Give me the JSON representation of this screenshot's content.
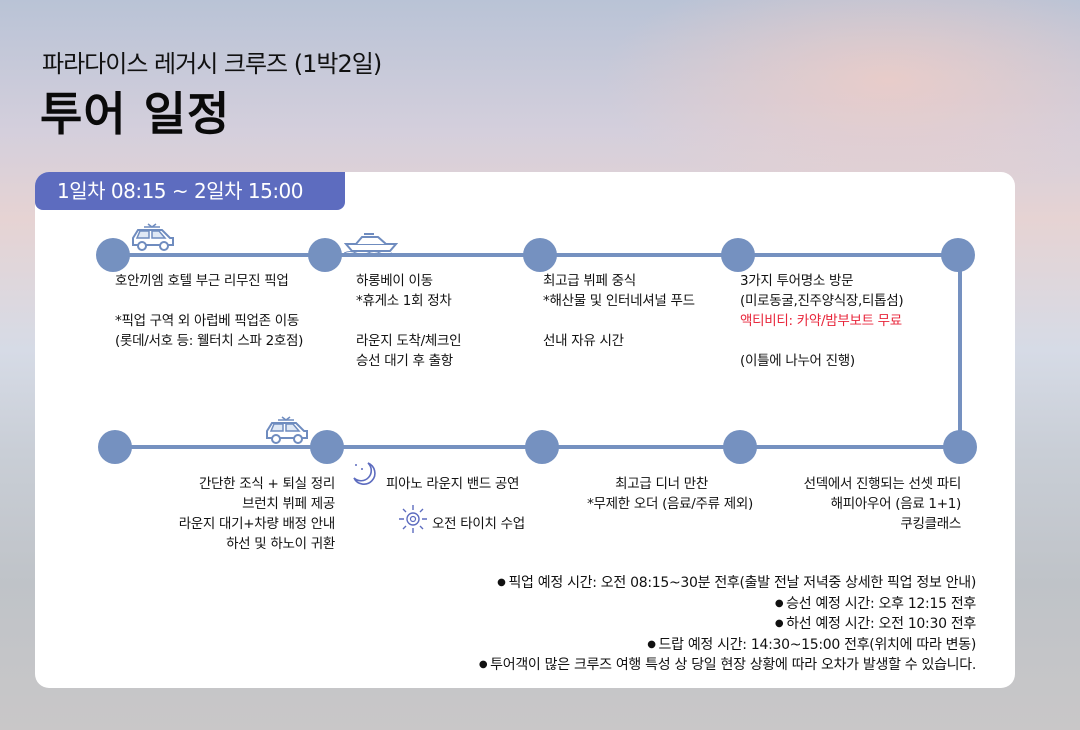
{
  "header": {
    "subtitle": "파라다이스 레거시 크루즈 (1박2일)",
    "title": "투어 일정"
  },
  "badge": "1일차 08:15 ~ 2일차 15:00",
  "row1": [
    {
      "lines": [
        "호안끼엠 호텔 부근 리무진 픽업",
        "",
        "*픽업 구역 외 아럽베 픽업존 이동",
        "(롯데/서호 등: 웰터치 스파 2호점)"
      ]
    },
    {
      "lines": [
        "하롱베이 이동",
        "*휴게소 1회 정차",
        "",
        "라운지 도착/체크인",
        "승선 대기 후 출항"
      ]
    },
    {
      "lines": [
        "최고급 뷔페 중식",
        "*해산물 및 인터네셔널 푸드",
        "",
        "선내 자유 시간"
      ]
    },
    {
      "lines": [
        "3가지 투어명소 방문",
        "(미로동굴,진주양식장,티톱섬)",
        "액티비티: 카약/밤부보트 무료",
        "",
        "(이틀에 나누어 진행)"
      ]
    }
  ],
  "row2": [
    {
      "lines": [
        "간단한 조식 + 퇴실 정리",
        "브런치 뷔페 제공",
        "라운지 대기+차량 배정 안내",
        "하선 및 하노이 귀환"
      ]
    },
    {
      "lines": [
        "피아노 라운지 밴드 공연",
        "오전 타이치 수업"
      ]
    },
    {
      "lines": [
        "최고급 디너 만찬",
        "*무제한 오더 (음료/주류 제외)"
      ]
    },
    {
      "lines": [
        "선덱에서 진행되는 선셋 파티",
        "해피아우어 (음료 1+1)",
        "쿠킹클래스"
      ]
    }
  ],
  "notes": [
    "픽업 예정 시간: 오전 08:15~30분 전후(출발 전날 저녁중 상세한 픽업 정보 안내)",
    "승선 예정 시간: 오후 12:15 전후",
    "하선 예정 시간: 오전 10:30 전후",
    "드랍 예정 시간: 14:30~15:00 전후(위치에 따라 변동)",
    "투어객이 많은 크루즈 여행 특성 상 당일 현장 상황에 따라 오차가 발생할 수 있습니다."
  ],
  "colors": {
    "accent": "#5d6cbf",
    "timeline": "#7591c0",
    "highlight": "#e8263b"
  }
}
